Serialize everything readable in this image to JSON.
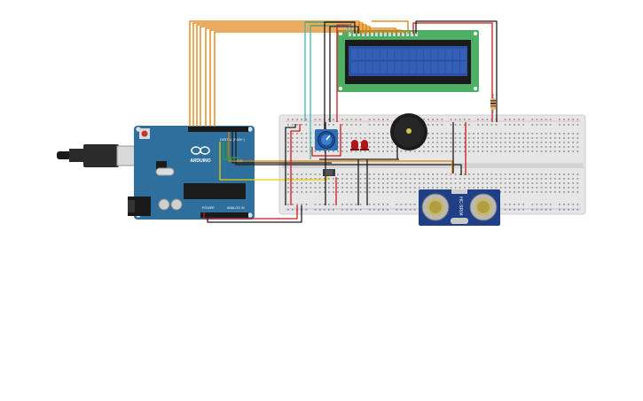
{
  "arduino": {
    "brand": "ARDUINO",
    "digital_label": "DIGITAL (PWM~)",
    "power_label": "POWER",
    "analog_label": "ANALOG IN",
    "model": "UNO",
    "board_color": "#2e6f9e"
  },
  "sensor": {
    "label": "HC-SR04",
    "board_color": "#1f3f86"
  },
  "lcd": {
    "board_color": "#4caf63",
    "screen_color": "#2d52a8"
  },
  "colors": {
    "wire_orange": "#e07b00",
    "wire_red": "#d01818",
    "wire_black": "#1c1c1c",
    "wire_teal": "#3fb8b0",
    "wire_yellow": "#e8d000",
    "wire_green": "#2ea043",
    "led": "#b11515",
    "breadboard": "#e6e6e6"
  },
  "components": [
    "arduino-uno",
    "breadboard",
    "lcd-16x2",
    "potentiometer",
    "piezo-buzzer",
    "red-led",
    "red-led",
    "pushbutton",
    "resistor",
    "ultrasonic-sensor"
  ]
}
